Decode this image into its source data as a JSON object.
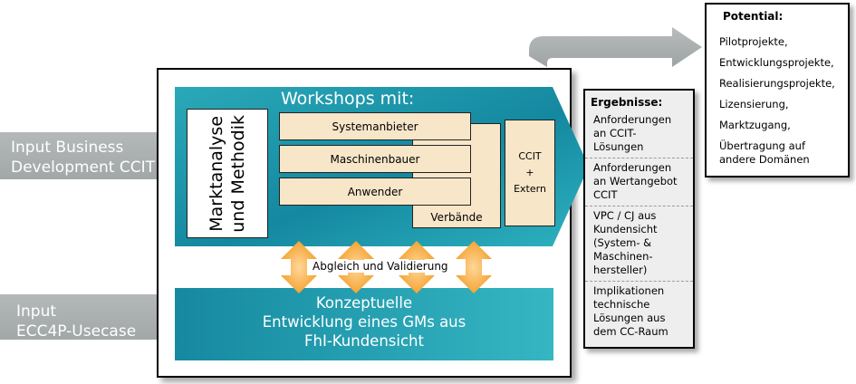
{
  "inputs": {
    "business": "Input Business\nDevelopment CCIT",
    "usecase": "Input\nECC4P-Usecase"
  },
  "workshops": {
    "title": "Workshops mit:",
    "left_box": "Marktanalyse\nund Methodik",
    "rows": [
      "Systemanbieter",
      "Maschinenbauer",
      "Anwender"
    ],
    "verbaende": "Verbände",
    "ccit": [
      "CCIT",
      "+",
      "Extern"
    ]
  },
  "abgleich": "Abgleich und Validierung",
  "konzeptuelle": "Konzeptuelle\nEntwicklung eines GMs aus\nFhI-Kundensicht",
  "ergebnisse": {
    "title": "Ergebnisse:",
    "items": [
      "Anforderungen\nan CCIT-\nLösungen",
      "Anforderungen\nan Wertangebot\nCCIT",
      "VPC / CJ aus\nKundensicht\n(System- &\nMaschinen-\nhersteller)",
      "Implikationen\ntechnische\nLösungen aus\ndem CC-Raum"
    ]
  },
  "potential": {
    "title": "Potential:",
    "items": [
      "Pilotprojekte,",
      "Entwicklungsprojekte,",
      "Realisierungsprojekte,",
      "Lizensierung,",
      "Marktzugang,",
      "Übertragung auf\nandere Domänen"
    ]
  },
  "colors": {
    "teal": "#1e9fb0",
    "teal_dark": "#0f6f80",
    "gray_arrow": "#a9aeae",
    "orange": "#f5a32a",
    "beige": "#f8e6c9"
  }
}
